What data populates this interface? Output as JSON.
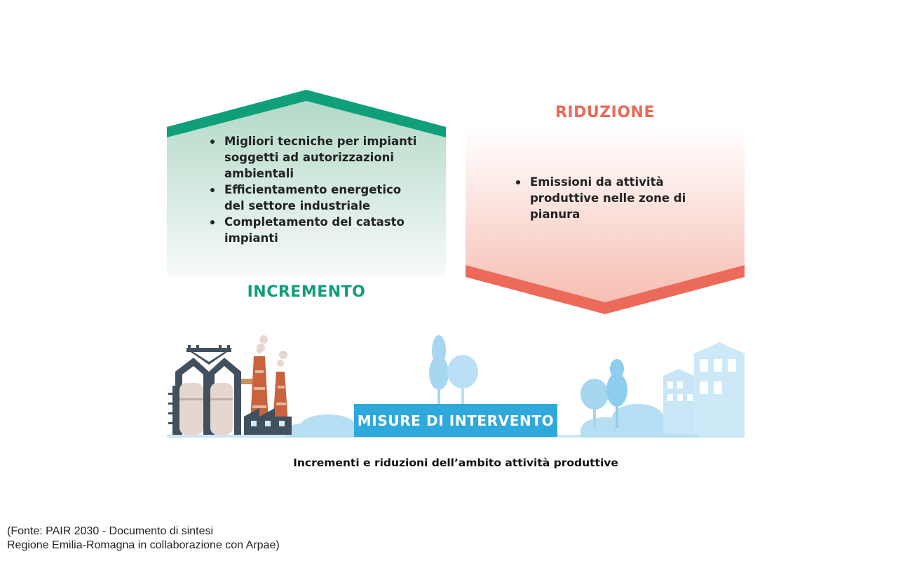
{
  "incremento": {
    "label": "INCREMENTO",
    "items": [
      "Migliori tecniche per impianti soggetti ad autorizzazioni ambientali",
      "Efficientamento energetico del settore industriale",
      "Completamento del catasto impianti"
    ]
  },
  "riduzione": {
    "label": "RIDUZIONE",
    "items": [
      "Emissioni da attività produttive nelle zone di pianura"
    ]
  },
  "banner": {
    "label": "MISURE DI INTERVENTO"
  },
  "caption": "Incrementi e riduzioni dell’ambito attività produttive",
  "source": {
    "line1": "(Fonte: PAIR 2030 - Documento di sintesi",
    "line2": "Regione Emilia-Romagna in collaborazione con Arpae)"
  },
  "colors": {
    "incremento_accent": "#0fa07a",
    "incremento_fill": "#b9dccd",
    "riduzione_accent": "#ec6a5a",
    "riduzione_fill": "#f7c2b8",
    "banner_bg": "#2fa8dc",
    "sky_light": "#c9e6f6",
    "sky_mid": "#a6d6f0"
  }
}
